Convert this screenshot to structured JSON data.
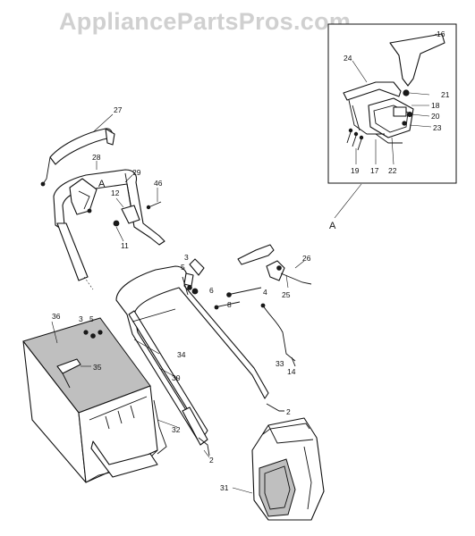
{
  "watermark": "AppliancePartsPros.com",
  "inset_label": "A",
  "detail_marker": "A",
  "callouts": {
    "p2a": "2",
    "p2b": "2",
    "p3a": "3",
    "p3b": "3",
    "p4": "4",
    "p5a": "5",
    "p5b": "5",
    "p6": "6",
    "p8": "8",
    "p11": "11",
    "p12": "12",
    "p14": "14",
    "p16": "16",
    "p17": "17",
    "p18": "18",
    "p19": "19",
    "p20": "20",
    "p21": "21",
    "p22": "22",
    "p23": "23",
    "p24": "24",
    "p25": "25",
    "p26": "26",
    "p27": "27",
    "p28": "28",
    "p29": "29",
    "p30": "30",
    "p31": "31",
    "p32": "32",
    "p33": "33",
    "p34": "34",
    "p35": "35",
    "p36": "36",
    "p46": "46"
  }
}
